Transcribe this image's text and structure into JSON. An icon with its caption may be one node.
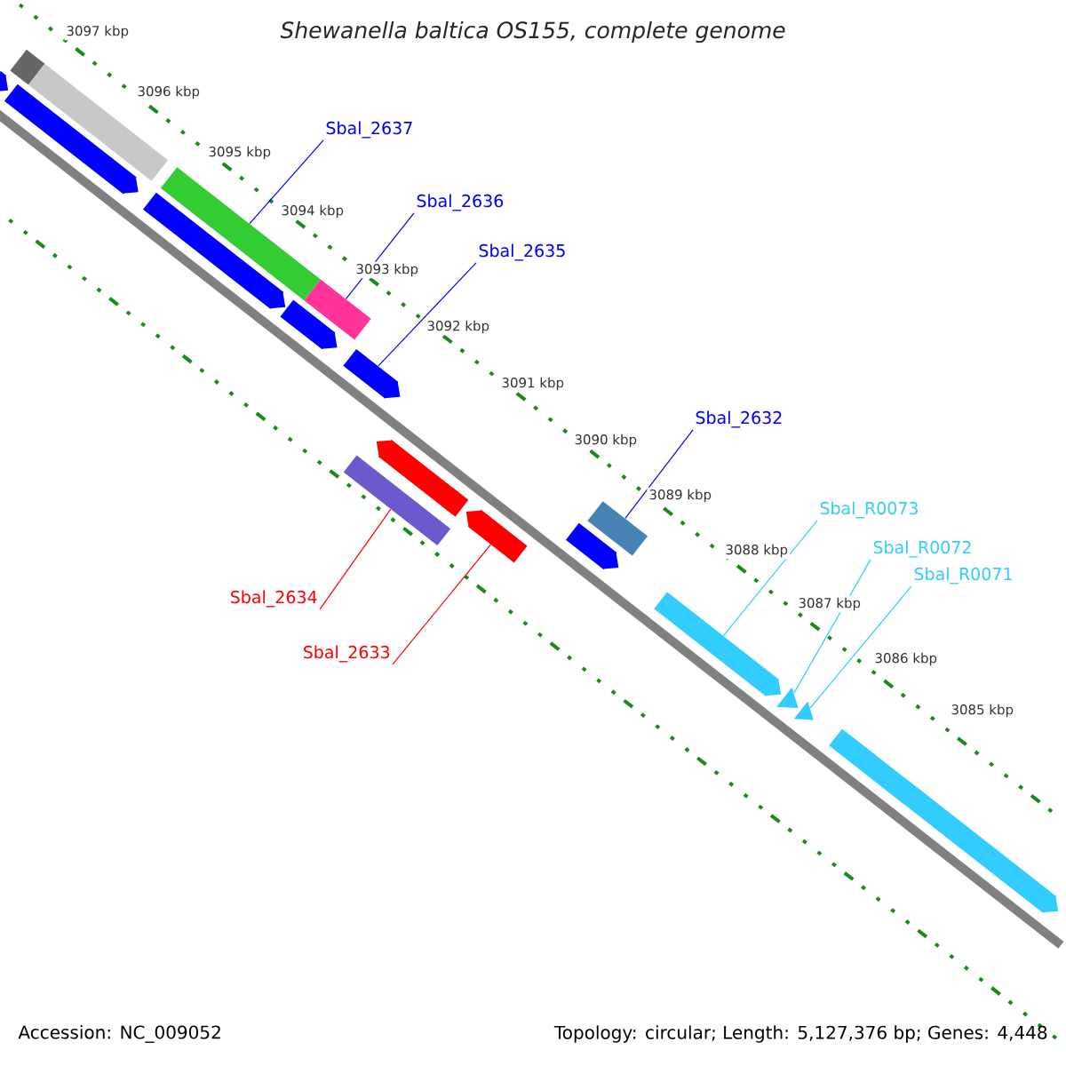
{
  "diagram": {
    "title": "Shewanella baltica OS155, complete genome",
    "nodes": [
      {
        "text": [
          "Sbal_2637"
        ]
      },
      {
        "text": [
          "Sbal_2636"
        ]
      },
      {
        "text": [
          "Sbal_2635"
        ]
      },
      {
        "text": [
          "Sbal_2632"
        ]
      },
      {
        "text": [
          "Sbal_R0073"
        ]
      },
      {
        "text": [
          "Sbal_R0072"
        ]
      },
      {
        "text": [
          "Sbal_R0071"
        ]
      },
      {
        "text": [
          "Sbal_2634"
        ]
      },
      {
        "text": [
          "Sbal_2633"
        ]
      },
      {
        "text": [],
        "shape": "bar"
      },
      {
        "text": [],
        "shape": "bar"
      },
      {
        "text": [],
        "shape": "bar"
      },
      {
        "text": [],
        "shape": "bar"
      },
      {
        "text": [],
        "shape": "bar"
      },
      {
        "text": [],
        "shape": "triangle"
      },
      {
        "text": [],
        "shape": "triangle"
      },
      {
        "text": [],
        "shape": "bar"
      },
      {
        "text": [],
        "shape": "bar"
      },
      {
        "text": [],
        "shape": "bar"
      },
      {
        "text": [],
        "shape": "bar"
      },
      {
        "text": [],
        "shape": "bar"
      },
      {
        "text": [],
        "shape": "bar"
      },
      {
        "text": [],
        "shape": "bar"
      },
      {
        "text": [],
        "shape": "bar"
      },
      {
        "text": [],
        "shape": "bar"
      },
      {
        "text": [],
        "shape": "bar"
      },
      {
        "text": [],
        "shape": "bar"
      }
    ],
    "edges": [
      {
        "from": 0,
        "to": 9,
        "arrow": "none",
        "color": "#0000ff"
      },
      {
        "from": 1,
        "to": 10,
        "arrow": "none",
        "color": "#0000ff"
      },
      {
        "from": 2,
        "to": 11,
        "arrow": "none",
        "color": "#0000ff"
      },
      {
        "from": 3,
        "to": 12,
        "arrow": "none",
        "color": "#0000ff"
      },
      {
        "from": 4,
        "to": 13,
        "arrow": "none",
        "color": "#33ccff"
      },
      {
        "from": 5,
        "to": 14,
        "arrow": "none",
        "color": "#33ccff"
      },
      {
        "from": 6,
        "to": 15,
        "arrow": "none",
        "color": "#33ccff"
      },
      {
        "from": 7,
        "to": 16,
        "arrow": "none",
        "color": "#ff0000"
      },
      {
        "from": 8,
        "to": 17,
        "arrow": "none",
        "color": "#ff0000"
      }
    ],
    "labels": [
      "3097 kbp",
      "3096 kbp",
      "3095 kbp",
      "3094 kbp",
      "3093 kbp",
      "3092 kbp",
      "3091 kbp",
      "3090 kbp",
      "3089 kbp",
      "3088 kbp",
      "3087 kbp",
      "3086 kbp",
      "3085 kbp",
      "Accession: NC_009052",
      "Topology: circular; Length: 5,127,376 bp; Genes: 4,448"
    ]
  }
}
